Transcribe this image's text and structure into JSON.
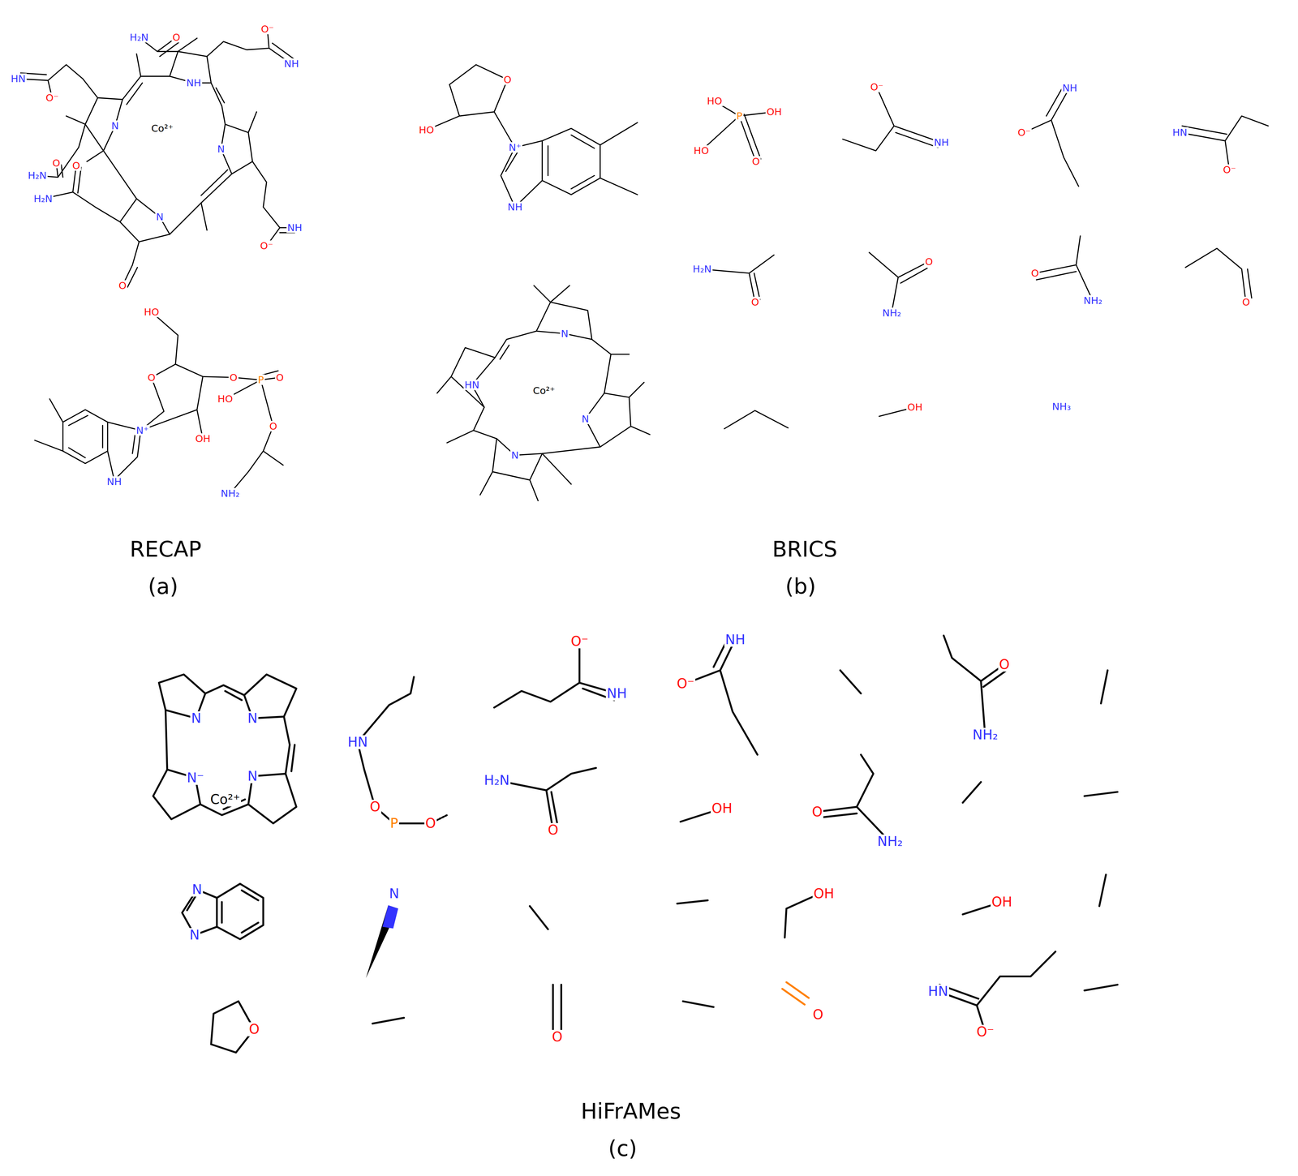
{
  "diagram": {
    "labels": [
      "H₂N",
      "O",
      "O⁻",
      "NH",
      "HN",
      "O⁻",
      "NH",
      "N",
      "Co²⁺",
      "N",
      "O",
      "H₂N",
      "O",
      "H₂N",
      "N",
      "NH",
      "O⁻",
      "O",
      "HO",
      "O",
      "O",
      "P",
      "O",
      "HO",
      "O",
      "OH",
      "N⁺",
      "NH",
      "NH₂",
      "O",
      "HO",
      "N⁺",
      "NH",
      "N",
      "HN",
      "Co²⁺",
      "N",
      "N",
      "HO",
      "P",
      "OH",
      "HO",
      "O",
      "O⁻",
      "NH",
      "NH",
      "O⁻",
      "HN",
      "O⁻",
      "H₂N",
      "O",
      "O",
      "NH₂",
      "O",
      "NH₂",
      "O",
      "OH",
      "NH₃",
      "N",
      "N",
      "Co²⁺",
      "N⁻",
      "N",
      "HN",
      "O",
      "P",
      "O",
      "O⁻",
      "NH",
      "NH",
      "O⁻",
      "O",
      "NH₂",
      "H₂N",
      "O",
      "OH",
      "O",
      "NH₂",
      "N",
      "N",
      "N",
      "OH",
      "OH",
      "O",
      "O",
      "O",
      "HN",
      "O⁻",
      "RECAP",
      "(a)",
      "BRICS",
      "(b)",
      "HiFrAMes",
      "(c)"
    ]
  }
}
